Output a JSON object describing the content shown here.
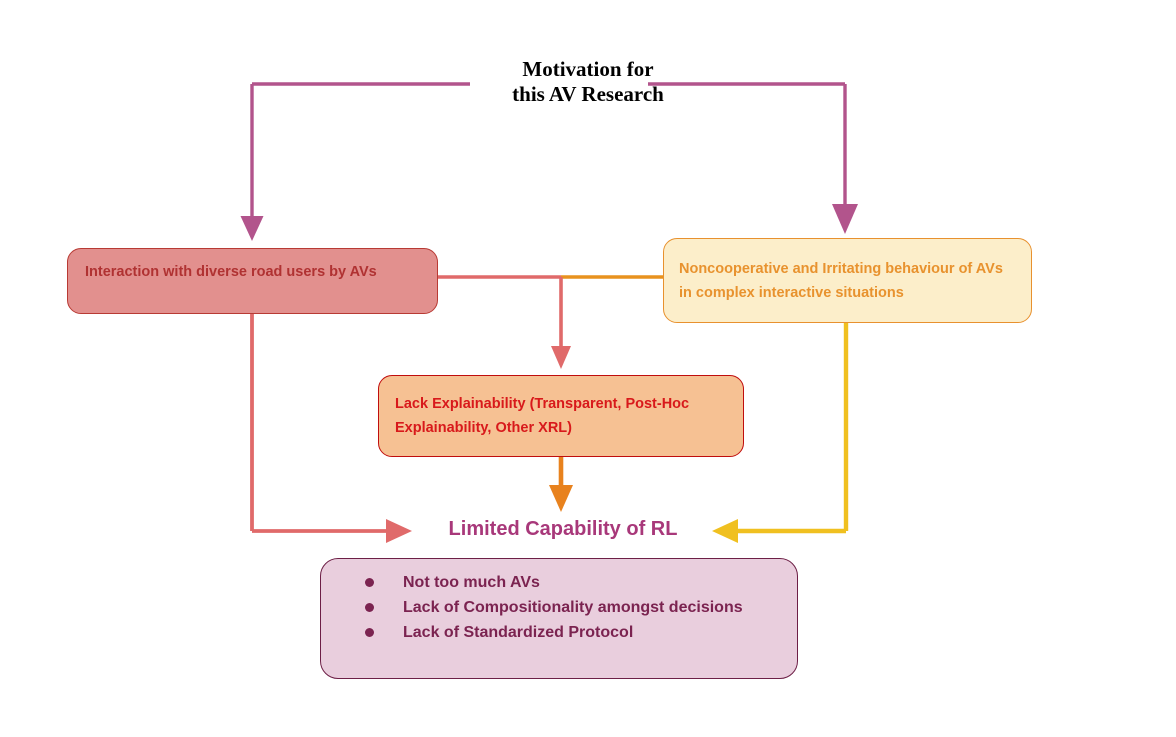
{
  "diagram": {
    "title": "Motivation for\nthis AV Research",
    "title_color": "#000000",
    "background": "#ffffff"
  },
  "nodes": {
    "interaction": {
      "label": "Interaction with diverse road users by AVs",
      "fill": "#e2908e",
      "border": "#b83a34",
      "text_color": "#b03232"
    },
    "noncooperative": {
      "label": "Noncooperative and Irritating behaviour of AVs in complex interactive situations",
      "fill": "#fceeca",
      "border": "#e8912e",
      "text_color": "#e8922e"
    },
    "explainability": {
      "label": "Lack Explainability (Transparent, Post-Hoc Explainability, Other XRL)",
      "fill": "#f6c193",
      "border": "#c00d0d",
      "text_color": "#d8191b"
    },
    "limited_rl": {
      "label": "Limited Capability of RL",
      "text_color": "#a8387a"
    },
    "bullets": {
      "fill": "#e9cedd",
      "border": "#6d1f46",
      "text_color": "#7b2350",
      "items": [
        "Not too much AVs",
        "Lack of Compositionality amongst decisions",
        "Lack of Standardized Protocol"
      ]
    }
  },
  "connectors": [
    {
      "name": "motivation-to-interaction",
      "color": "#b2548c",
      "from": "motivation-title",
      "to": "interaction",
      "arrowhead": "down"
    },
    {
      "name": "motivation-to-noncooperative",
      "color": "#b2548c",
      "from": "motivation-title",
      "to": "noncooperative",
      "arrowhead": "down"
    },
    {
      "name": "interaction-to-explainability",
      "color": "#e06a6a",
      "from": "interaction",
      "to": "explainability",
      "arrowhead": "down"
    },
    {
      "name": "noncooperative-to-explainability",
      "color": "#e8921e",
      "from": "noncooperative",
      "to": "explainability",
      "arrowhead": "none"
    },
    {
      "name": "interaction-to-limited-rl",
      "color": "#e06a6a",
      "from": "interaction",
      "to": "limited_rl",
      "arrowhead": "right"
    },
    {
      "name": "explainability-to-limited-rl",
      "color": "#e8821e",
      "from": "explainability",
      "to": "limited_rl",
      "arrowhead": "down"
    },
    {
      "name": "noncooperative-to-limited-rl",
      "color": "#f0c020",
      "from": "noncooperative",
      "to": "limited_rl",
      "arrowhead": "left"
    }
  ]
}
